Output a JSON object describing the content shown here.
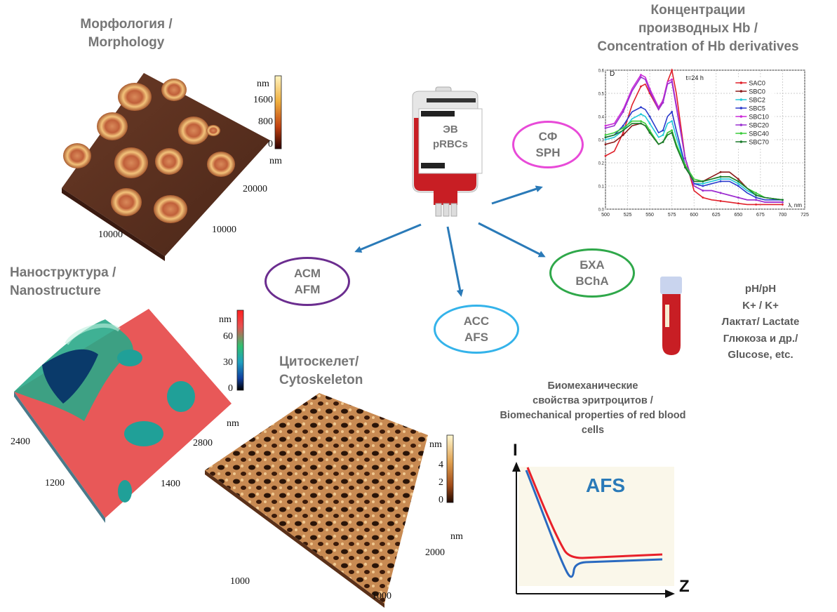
{
  "captions": {
    "morphology": [
      "Морфология /",
      "Morphology"
    ],
    "concentration": [
      "Концентрации",
      "производных Hb /",
      "Concentration of Hb derivatives"
    ],
    "nanostructure": [
      "Наноструктура /",
      "Nanostructure"
    ],
    "cytoskeleton": [
      "Цитоскелет/",
      "Cytoskeleton"
    ],
    "biomechanics": [
      "Биомеханические",
      "свойства эритроцитов /",
      "Biomechanical properties of red blood",
      "cells"
    ]
  },
  "blood_bag": {
    "line1": "ЭВ",
    "line2": "pRBCs"
  },
  "methods": {
    "sph": [
      "СФ",
      "SPH"
    ],
    "afm": [
      "АСМ",
      "AFM"
    ],
    "afs": [
      "АСС",
      "AFS"
    ],
    "bcha": [
      "БХА",
      "BChA"
    ]
  },
  "biochem_params": [
    "pH/pH",
    "K+ / K+",
    "Лактат/ Lactate",
    "Глюкоза и др./",
    "Glucose, etc."
  ],
  "morphology_plot": {
    "colorbar": {
      "unit": "nm",
      "ticks": [
        "1600",
        "800",
        "0"
      ]
    },
    "axes": {
      "unit": "nm",
      "tick_a": "20000",
      "tick_b": "10000",
      "tick_c": "10000"
    }
  },
  "nanostructure_plot": {
    "colorbar": {
      "unit": "nm",
      "ticks": [
        "60",
        "30",
        "0"
      ]
    },
    "axes": {
      "unit": "nm",
      "tick_a": "2800",
      "tick_b": "1400",
      "tick_c": "2400",
      "tick_d": "1200"
    }
  },
  "cytoskeleton_plot": {
    "colorbar": {
      "unit": "nm",
      "ticks": [
        "4",
        "2",
        "0"
      ]
    },
    "axes": {
      "unit": "nm",
      "tick_a": "2000",
      "tick_b": "1000",
      "tick_c": "1000"
    }
  },
  "afs_plot": {
    "title": "AFS",
    "y_label": "I",
    "x_label": "Z"
  },
  "colors": {
    "caption_gray": "#767676",
    "arrow_blue": "#2a7ab8",
    "sph_ellipse": "#e84ad8",
    "afm_ellipse": "#6b2d8f",
    "afs_ellipse": "#34b3ea",
    "bcha_ellipse": "#2fa84a",
    "blood_red": "#c81e24"
  },
  "chart_data": {
    "type": "line",
    "title": "",
    "xlabel": "λ, nm",
    "ylabel": "D",
    "annotation": "t=24 h",
    "x_ticks": [
      "500",
      "525",
      "550",
      "575",
      "600",
      "625",
      "650",
      "675",
      "700",
      "725"
    ],
    "y_ticks": [
      "0.6",
      "0.5",
      "0.4",
      "0.3",
      "0.2",
      "0.1",
      "0.0"
    ],
    "xlim": [
      500,
      725
    ],
    "ylim": [
      0,
      0.6
    ],
    "x": [
      500,
      510,
      520,
      530,
      540,
      545,
      550,
      560,
      565,
      570,
      575,
      580,
      590,
      600,
      610,
      620,
      630,
      640,
      650,
      660,
      670,
      680,
      700
    ],
    "series": [
      {
        "name": "SAC0",
        "color": "#e0202a",
        "values": [
          0.23,
          0.25,
          0.33,
          0.45,
          0.53,
          0.54,
          0.5,
          0.43,
          0.47,
          0.55,
          0.6,
          0.5,
          0.22,
          0.08,
          0.05,
          0.04,
          0.035,
          0.03,
          0.025,
          0.02,
          0.02,
          0.02,
          0.02
        ]
      },
      {
        "name": "SBC0",
        "color": "#8b1a1a",
        "values": [
          0.28,
          0.29,
          0.32,
          0.36,
          0.37,
          0.36,
          0.33,
          0.28,
          0.29,
          0.33,
          0.34,
          0.28,
          0.18,
          0.12,
          0.12,
          0.14,
          0.16,
          0.16,
          0.13,
          0.09,
          0.06,
          0.05,
          0.04
        ]
      },
      {
        "name": "SBC2",
        "color": "#22c8d8",
        "values": [
          0.3,
          0.31,
          0.34,
          0.39,
          0.41,
          0.4,
          0.37,
          0.31,
          0.32,
          0.37,
          0.38,
          0.31,
          0.19,
          0.11,
          0.11,
          0.12,
          0.13,
          0.13,
          0.11,
          0.08,
          0.06,
          0.05,
          0.04
        ]
      },
      {
        "name": "SBC5",
        "color": "#2a3acc",
        "values": [
          0.31,
          0.32,
          0.36,
          0.42,
          0.44,
          0.43,
          0.4,
          0.33,
          0.34,
          0.4,
          0.42,
          0.34,
          0.19,
          0.11,
          0.1,
          0.11,
          0.12,
          0.12,
          0.1,
          0.07,
          0.05,
          0.04,
          0.04
        ]
      },
      {
        "name": "SBC10",
        "color": "#cc2ad8",
        "values": [
          0.36,
          0.37,
          0.43,
          0.52,
          0.58,
          0.57,
          0.52,
          0.44,
          0.47,
          0.55,
          0.56,
          0.45,
          0.22,
          0.1,
          0.08,
          0.08,
          0.07,
          0.06,
          0.05,
          0.04,
          0.04,
          0.03,
          0.03
        ]
      },
      {
        "name": "SBC20",
        "color": "#9a30d0",
        "values": [
          0.35,
          0.36,
          0.42,
          0.51,
          0.57,
          0.56,
          0.51,
          0.43,
          0.46,
          0.54,
          0.55,
          0.44,
          0.22,
          0.1,
          0.08,
          0.08,
          0.07,
          0.06,
          0.05,
          0.04,
          0.04,
          0.03,
          0.03
        ]
      },
      {
        "name": "SBC40",
        "color": "#3acc3a",
        "values": [
          0.32,
          0.33,
          0.35,
          0.38,
          0.38,
          0.37,
          0.34,
          0.28,
          0.29,
          0.33,
          0.34,
          0.28,
          0.19,
          0.13,
          0.12,
          0.13,
          0.14,
          0.14,
          0.12,
          0.09,
          0.07,
          0.05,
          0.04
        ]
      },
      {
        "name": "SBC70",
        "color": "#1a7a2a",
        "values": [
          0.31,
          0.32,
          0.34,
          0.37,
          0.37,
          0.36,
          0.33,
          0.28,
          0.29,
          0.32,
          0.33,
          0.27,
          0.18,
          0.12,
          0.12,
          0.13,
          0.14,
          0.14,
          0.12,
          0.09,
          0.06,
          0.05,
          0.04
        ]
      }
    ],
    "legend": "top-right",
    "grid": true
  }
}
